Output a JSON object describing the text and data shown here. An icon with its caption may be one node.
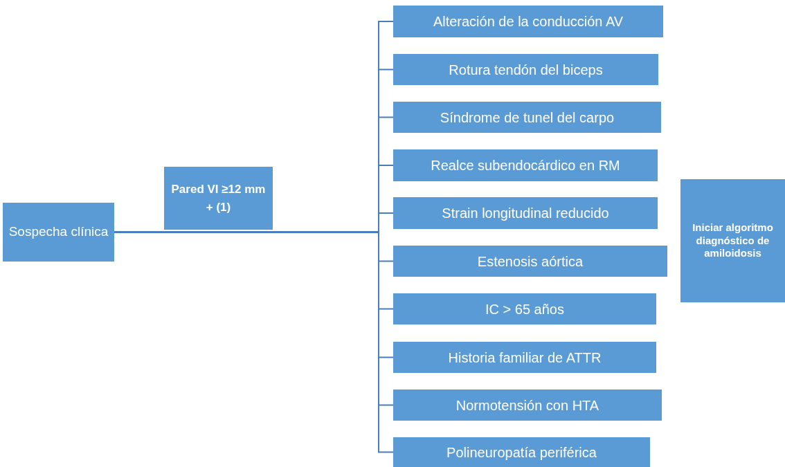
{
  "diagram": {
    "nodes": [
      {
        "text": [
          "Sospecha clínica"
        ]
      },
      {
        "text": [
          "Pared VI ≥12 mm + (1)"
        ]
      },
      {
        "text": [
          "Alteración de la conducción AV"
        ]
      },
      {
        "text": [
          "Rotura tendón del biceps"
        ]
      },
      {
        "text": [
          "Síndrome de tunel del carpo"
        ]
      },
      {
        "text": [
          "Realce subendocárdico en RM"
        ]
      },
      {
        "text": [
          "Strain longitudinal reducido"
        ]
      },
      {
        "text": [
          "Estenosis aórtica"
        ]
      },
      {
        "text": [
          "IC > 65 años"
        ]
      },
      {
        "text": [
          "Historia familiar de ATTR"
        ]
      },
      {
        "text": [
          "Normotensión con HTA"
        ]
      },
      {
        "text": [
          "Polineuropatía periférica"
        ]
      },
      {
        "text": [
          "Iniciar algoritmo diagnóstico de amiloidosis"
        ]
      }
    ],
    "edges": [
      {
        "from": 0,
        "to": 2,
        "arrow": "none"
      },
      {
        "from": 0,
        "to": 3,
        "arrow": "none"
      },
      {
        "from": 0,
        "to": 4,
        "arrow": "none"
      },
      {
        "from": 0,
        "to": 5,
        "arrow": "none"
      },
      {
        "from": 0,
        "to": 6,
        "arrow": "none"
      },
      {
        "from": 0,
        "to": 7,
        "arrow": "none"
      },
      {
        "from": 0,
        "to": 8,
        "arrow": "none"
      },
      {
        "from": 0,
        "to": 9,
        "arrow": "none"
      },
      {
        "from": 0,
        "to": 10,
        "arrow": "none"
      },
      {
        "from": 0,
        "to": 11,
        "arrow": "none"
      }
    ]
  }
}
